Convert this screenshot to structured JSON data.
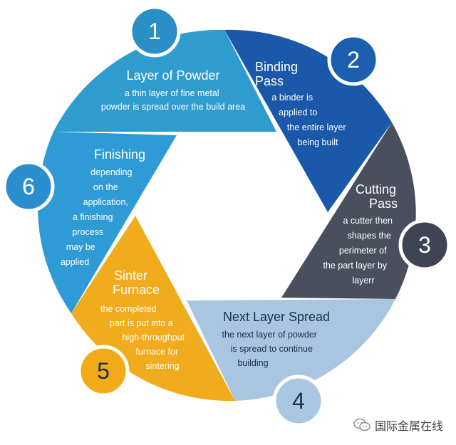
{
  "steps": [
    {
      "number": "1",
      "title": [
        "Layer of Powder"
      ],
      "desc": [
        "a thin layer of fine metal",
        "powder is spread over the build area"
      ],
      "color": "#2e9ccf",
      "badge": "#2a8ec7"
    },
    {
      "number": "2",
      "title": [
        "Binding",
        "Pass"
      ],
      "desc": [
        "a binder is",
        "applied to",
        "the entire layer",
        "being built"
      ],
      "color": "#1a58a9",
      "badge": "#1c5fae"
    },
    {
      "number": "3",
      "title": [
        "Cutting",
        "Pass"
      ],
      "desc": [
        "a cutter then",
        "shapes the",
        "perimeter of",
        "the part layer by",
        "layerr"
      ],
      "color": "#4a4f5e",
      "badge": "#3f4452"
    },
    {
      "number": "4",
      "title": [
        "Next Layer Spread"
      ],
      "desc": [
        "the next layer of powder",
        "is spread to continue",
        "building"
      ],
      "color": "#a9c5e0",
      "badge": "#aac7e2"
    },
    {
      "number": "5",
      "title": [
        "Sinter",
        "Furnace"
      ],
      "desc": [
        "the completed",
        "part is put into a",
        "high-throughput",
        "furnace for",
        "sintering"
      ],
      "color": "#f0ac1c",
      "badge": "#f2aa16"
    },
    {
      "number": "6",
      "title": [
        "Finishing"
      ],
      "desc": [
        "depending",
        "on the",
        "application,",
        "a finishing",
        "process",
        "may be",
        "applied"
      ],
      "color": "#2f9bd6",
      "badge": "#2b8fcf"
    }
  ],
  "watermark": {
    "text": "国际金属在线",
    "icon": "wechat-icon"
  }
}
